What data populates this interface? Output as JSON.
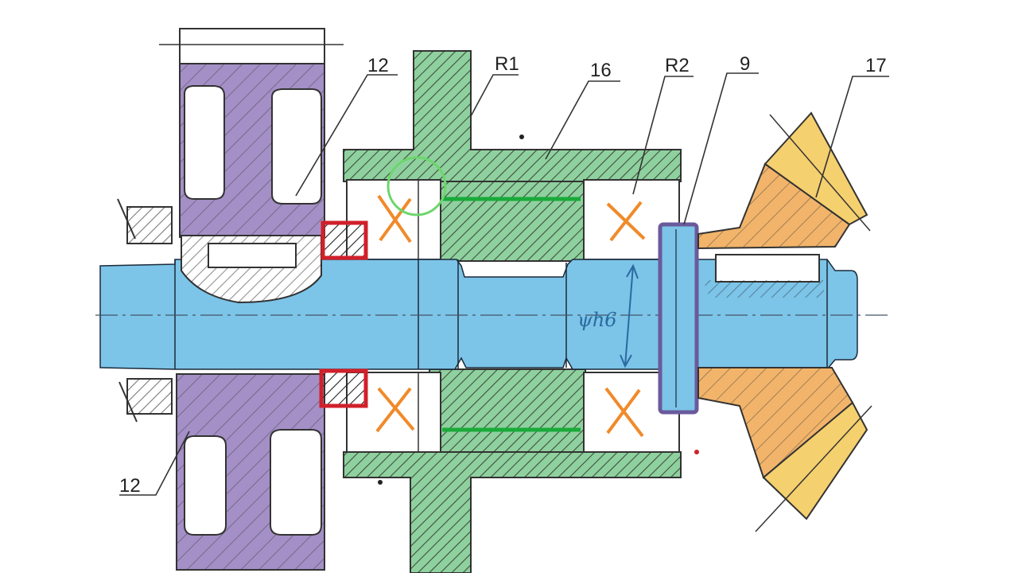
{
  "drawing": {
    "callouts": [
      {
        "id": "left-top",
        "label": "12"
      },
      {
        "id": "left-bottom",
        "label": "12"
      },
      {
        "id": "r1",
        "label": "R1"
      },
      {
        "id": "housing",
        "label": "16"
      },
      {
        "id": "r2",
        "label": "R2"
      },
      {
        "id": "ring",
        "label": "9"
      },
      {
        "id": "bevel-gear",
        "label": "17"
      }
    ],
    "fit_annotation": "ψh6"
  },
  "colors": {
    "shaft": "#7cc4e8",
    "spur_gear": "#a48fc6",
    "housing": "#8fd19e",
    "bevel_gear_hub": "#f2b46a",
    "bevel_gear_teeth": "#f5d06e",
    "seal_outline": "#d0202a",
    "ring_outline": "#6a5a9c",
    "bearing_x": "#f08a2a",
    "sleeve_line": "#1aaa3a",
    "fit_annotation": "#2a6aa0",
    "highlight_circle": "#6cd66c"
  }
}
